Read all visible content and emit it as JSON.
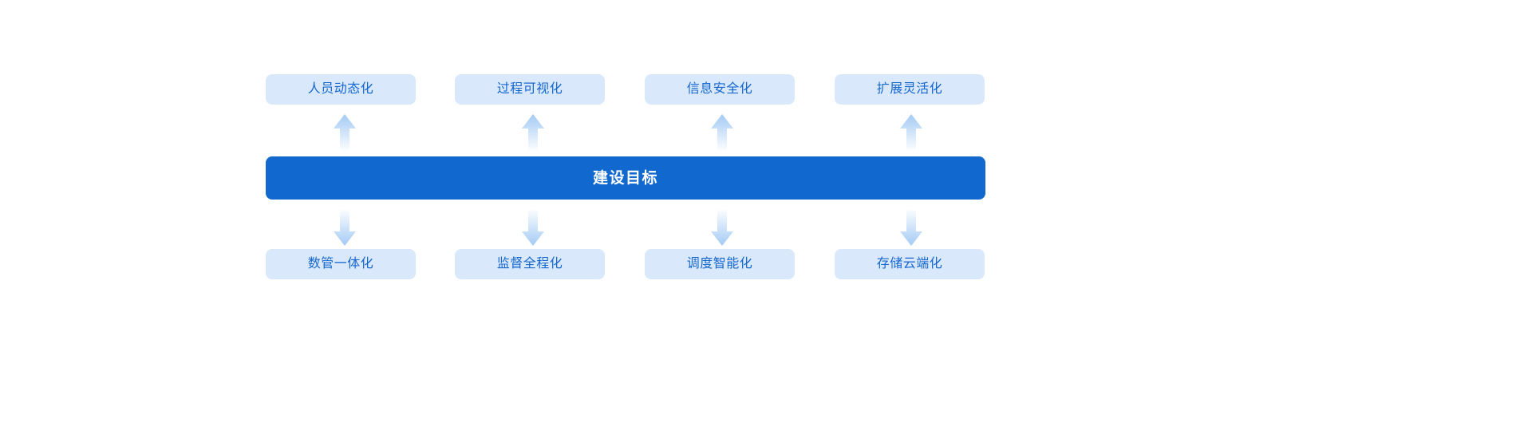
{
  "diagram": {
    "title_node": {
      "label": "建设目标",
      "color": "#1168ce",
      "text_color": "#ffffff"
    },
    "box_color": "#d9e8fb",
    "box_text_color": "#1668d0",
    "arrow_color_strong": "#a8cdf5",
    "arrow_color_fade": "#ffffff",
    "top_row": {
      "direction": "up",
      "arrow_icon": "arrow-up-icon",
      "items": [
        {
          "label": "人员动态化"
        },
        {
          "label": "过程可视化"
        },
        {
          "label": "信息安全化"
        },
        {
          "label": "扩展灵活化"
        }
      ]
    },
    "bottom_row": {
      "direction": "down",
      "arrow_icon": "arrow-down-icon",
      "items": [
        {
          "label": "数管一体化"
        },
        {
          "label": "监督全程化"
        },
        {
          "label": "调度智能化"
        },
        {
          "label": "存储云端化"
        }
      ]
    }
  }
}
